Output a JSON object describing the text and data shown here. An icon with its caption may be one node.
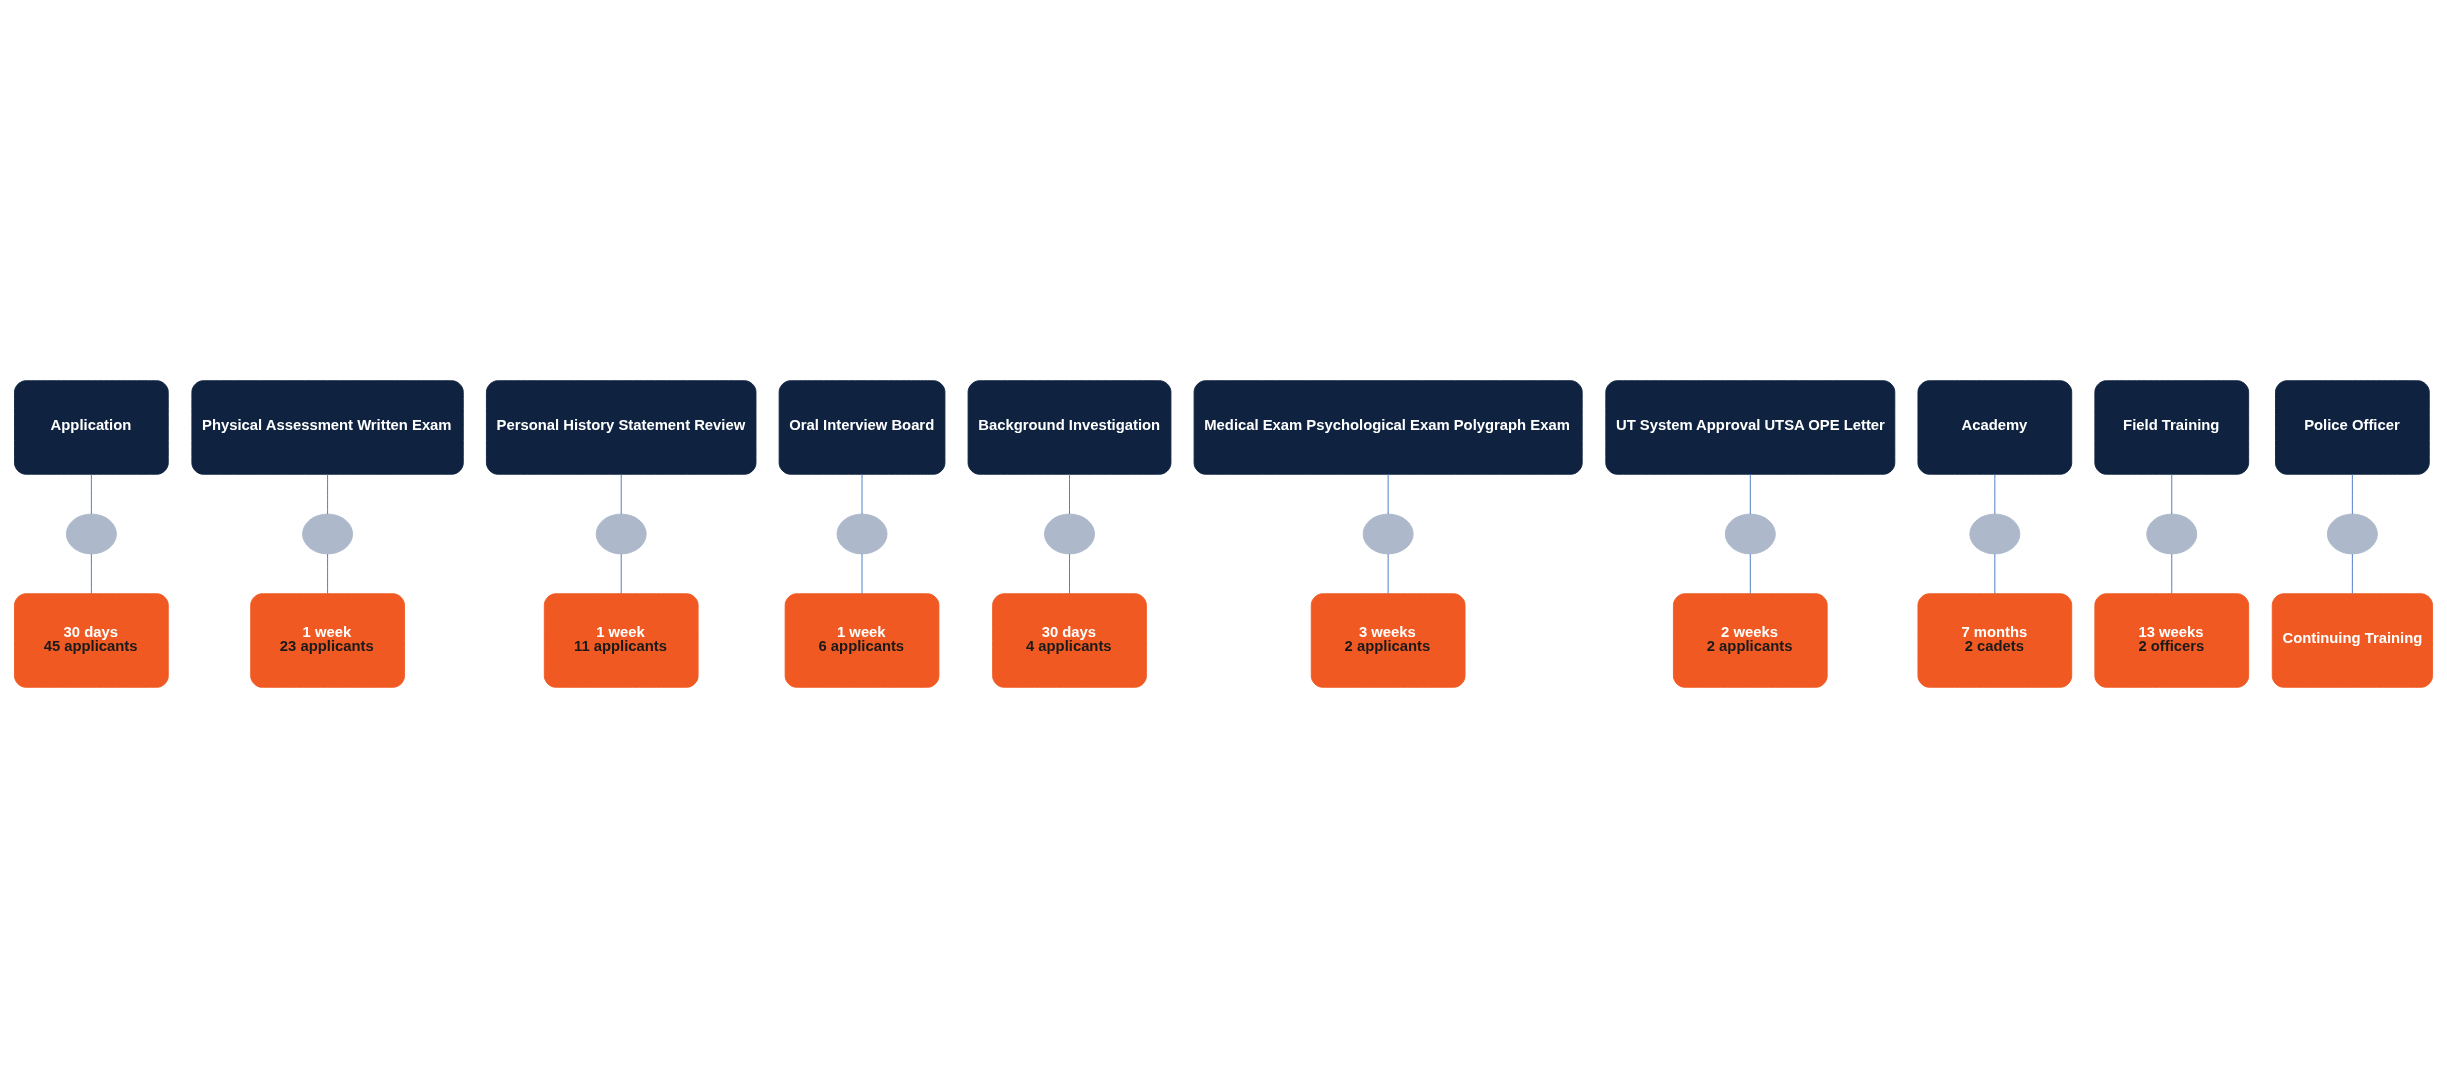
{
  "diagram": {
    "nodes": [
      {
        "text": [
          "Application"
        ]
      },
      {
        "text": [],
        "shape": "circle"
      },
      {
        "text": [
          "30 days",
          "45 applicants"
        ]
      },
      {
        "text": [
          "Physical Assessment Written Exam"
        ]
      },
      {
        "text": [],
        "shape": "circle"
      },
      {
        "text": [
          "1 week",
          "23 applicants"
        ]
      },
      {
        "text": [
          "Personal History Statement Review"
        ]
      },
      {
        "text": [],
        "shape": "circle"
      },
      {
        "text": [
          "1 week",
          "11 applicants"
        ]
      },
      {
        "text": [
          "Oral Interview Board"
        ]
      },
      {
        "text": [],
        "shape": "circle"
      },
      {
        "text": [
          "1 week",
          "6 applicants"
        ]
      },
      {
        "text": [
          "Background Investigation"
        ]
      },
      {
        "text": [],
        "shape": "circle"
      },
      {
        "text": [
          "30 days",
          "4 applicants"
        ]
      },
      {
        "text": [
          "Medical Exam Psychological Exam Polygraph Exam"
        ]
      },
      {
        "text": [],
        "shape": "circle"
      },
      {
        "text": [
          "3 weeks",
          "2 applicants"
        ]
      },
      {
        "text": [
          "UT System Approval UTSA OPE Letter"
        ]
      },
      {
        "text": [],
        "shape": "circle"
      },
      {
        "text": [
          "2 weeks",
          "2 applicants"
        ]
      },
      {
        "text": [
          "Academy"
        ]
      },
      {
        "text": [],
        "shape": "circle"
      },
      {
        "text": [
          "7 months",
          "2 cadets"
        ]
      },
      {
        "text": [
          "Field Training"
        ]
      },
      {
        "text": [],
        "shape": "circle"
      },
      {
        "text": [
          "13 weeks",
          "2 officers"
        ]
      },
      {
        "text": [
          "Police Officer"
        ]
      },
      {
        "text": [],
        "shape": "circle"
      },
      {
        "text": [
          "Continuing Training"
        ]
      }
    ],
    "edges": [
      {
        "from": 0,
        "to": 1,
        "arrow": "none"
      },
      {
        "from": 1,
        "to": 2,
        "arrow": "none"
      },
      {
        "from": 3,
        "to": 4,
        "arrow": "none"
      },
      {
        "from": 4,
        "to": 5,
        "arrow": "none"
      },
      {
        "from": 6,
        "to": 7,
        "arrow": "none"
      },
      {
        "from": 7,
        "to": 8,
        "arrow": "none"
      },
      {
        "from": 9,
        "to": 10,
        "arrow": "none"
      },
      {
        "from": 10,
        "to": 11,
        "arrow": "none"
      },
      {
        "from": 12,
        "to": 13,
        "arrow": "none"
      },
      {
        "from": 13,
        "to": 14,
        "arrow": "none"
      },
      {
        "from": 15,
        "to": 16,
        "arrow": "none"
      },
      {
        "from": 16,
        "to": 17,
        "arrow": "none"
      },
      {
        "from": 18,
        "to": 19,
        "arrow": "none"
      },
      {
        "from": 19,
        "to": 20,
        "arrow": "none"
      },
      {
        "from": 21,
        "to": 22,
        "arrow": "none"
      },
      {
        "from": 22,
        "to": 23,
        "arrow": "none"
      },
      {
        "from": 24,
        "to": 25,
        "arrow": "none"
      },
      {
        "from": 25,
        "to": 26,
        "arrow": "none"
      },
      {
        "from": 27,
        "to": 28,
        "arrow": "none"
      },
      {
        "from": 28,
        "to": 29,
        "arrow": "none"
      }
    ]
  }
}
